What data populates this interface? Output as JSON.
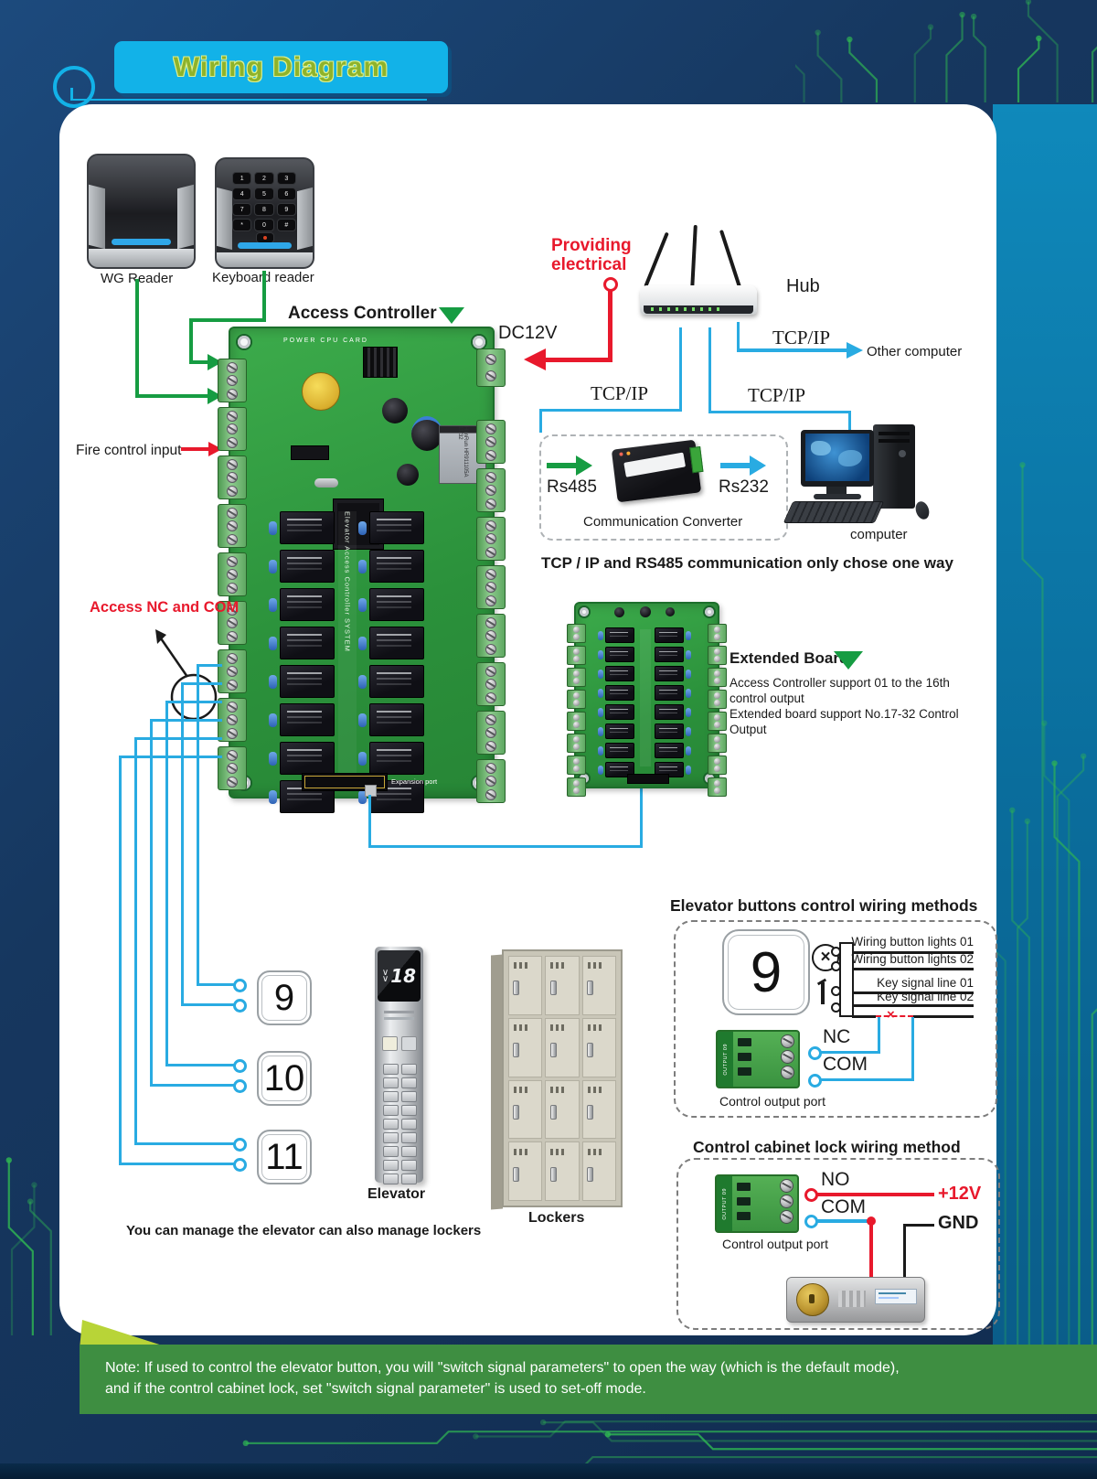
{
  "colors": {
    "wire_blue": "#29abe2",
    "wire_green": "#169c42",
    "wire_red": "#e8192c",
    "title_cyan": "#12b2e8",
    "title_lime": "#a6c73a",
    "note_green": "#3e8e41",
    "pcb_green": "#2f9e44",
    "band_teal": "#0f89bb",
    "bg_navy": "#16375f"
  },
  "header": {
    "title": "Wiring Diagram"
  },
  "readers": {
    "wg_label": "WG Reader",
    "keyboard_label": "Keyboard reader",
    "keypad_keys": [
      "1",
      "2",
      "3",
      "4",
      "5",
      "6",
      "7",
      "8",
      "9",
      "*",
      "0",
      "#"
    ]
  },
  "controller": {
    "label": "Access Controller",
    "dc_label": "DC12V",
    "board_top_text": "POWER  CPU  CARD",
    "ethernet_text": "HanRun HR911105A 11/32",
    "center_text": "Elevator  Access  Controller  SYSTEM",
    "expansion_label": "Expansion port"
  },
  "power": {
    "line1": "Providing",
    "line2": "electrical"
  },
  "network": {
    "hub_label": "Hub",
    "tcpip": "TCP/IP",
    "other_computer": "Other computer"
  },
  "left_labels": {
    "fire": "Fire control input",
    "access_nc_com": "Access NC and COM"
  },
  "converter": {
    "rs485": "Rs485",
    "rs232": "Rs232",
    "label": "Communication Converter",
    "computer_label": "computer",
    "choose_note": "TCP / IP and RS485 communication only chose one way"
  },
  "extended": {
    "label": "Extended Board",
    "desc1": "Access Controller support 01 to the 16th control output",
    "desc2": "Extended board support No.17-32 Control Output"
  },
  "floors": [
    "9",
    "10",
    "11"
  ],
  "elevator": {
    "label": "Elevator",
    "display": "18"
  },
  "lockers": {
    "label": "Lockers"
  },
  "caption": "You can manage the elevator can also manage lockers",
  "button_wiring": {
    "title": "Elevator buttons control wiring methods",
    "button": "9",
    "line1": "Wiring button lights 01",
    "line2": "Wiring button lights 02",
    "line3": "Key signal line 01",
    "line4": "Key signal line 02",
    "nc": "NC",
    "com": "COM",
    "port_label": "Control output port",
    "port_side_text": "OUTPUT 09"
  },
  "cabinet_wiring": {
    "title": "Control cabinet lock wiring method",
    "no": "NO",
    "com": "COM",
    "plus12v": "+12V",
    "gnd": "GND",
    "port_label": "Control output port"
  },
  "note": {
    "line1": "Note: If used to control the elevator button, you will \"switch signal parameters\" to open the way (which is the default mode),",
    "line2": "and if the control cabinet lock, set \"switch signal parameter\" is used to set-off mode."
  }
}
